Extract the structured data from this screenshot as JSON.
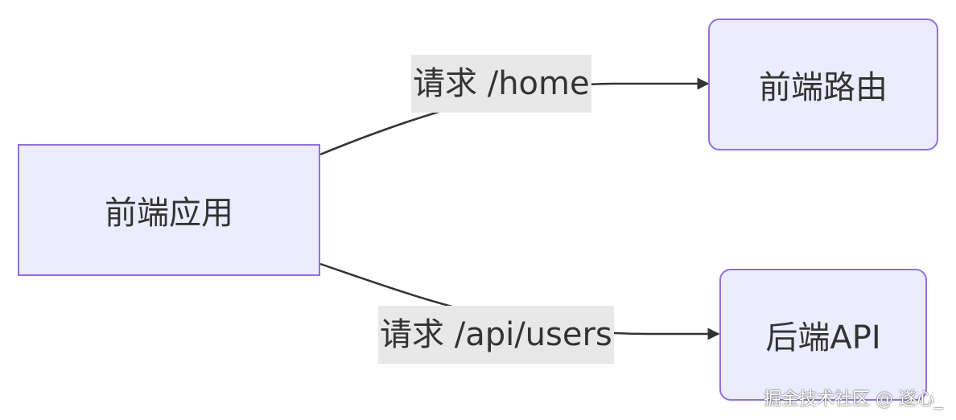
{
  "nodes": {
    "frontend_app": "前端应用",
    "frontend_router": "前端路由",
    "backend_api": "后端API"
  },
  "edges": {
    "to_router_label": "请求 /home",
    "to_api_label": "请求 /api/users"
  },
  "watermark": "掘金技术社区 @ 遂心_",
  "colors": {
    "node_fill": "#ECECFF",
    "node_border": "#9370DB",
    "edge": "#333333",
    "edge_label_bg": "#E8E8E8"
  }
}
